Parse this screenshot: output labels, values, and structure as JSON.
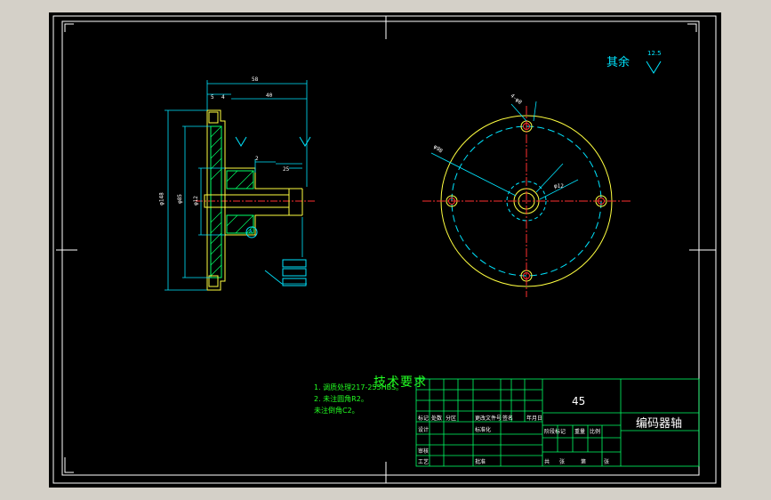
{
  "surface_finish_note": {
    "label": "其余",
    "value": "12.5"
  },
  "technical_requirements": {
    "title": "技术要求",
    "items": [
      "1. 调质处理217-255HBS。",
      "2. 未注圆角R2。",
      "   未注倒角C2。"
    ]
  },
  "title_block": {
    "material": "45",
    "part_name": "编码器轴",
    "cell_labels": [
      "标记",
      "处数",
      "分区",
      "更改文件号",
      "签名",
      "年月日",
      "设计",
      "标准化",
      "审核",
      "工艺",
      "批准",
      "阶段标记",
      "重量",
      "比例",
      "共",
      "张",
      "第",
      "张"
    ]
  },
  "dimensions": {
    "overall_length": "58",
    "inner_length": "40",
    "step_a": "5",
    "step_b": "4",
    "dia_outer": "φ148",
    "dia_body": "φ85",
    "dia_bore": "φ12",
    "bolt_circle": "φ98",
    "dia_hole": "φ12",
    "hole_spec": "4-φ8",
    "small_step": "2",
    "shoulder": "25",
    "detail_mark": "A"
  }
}
